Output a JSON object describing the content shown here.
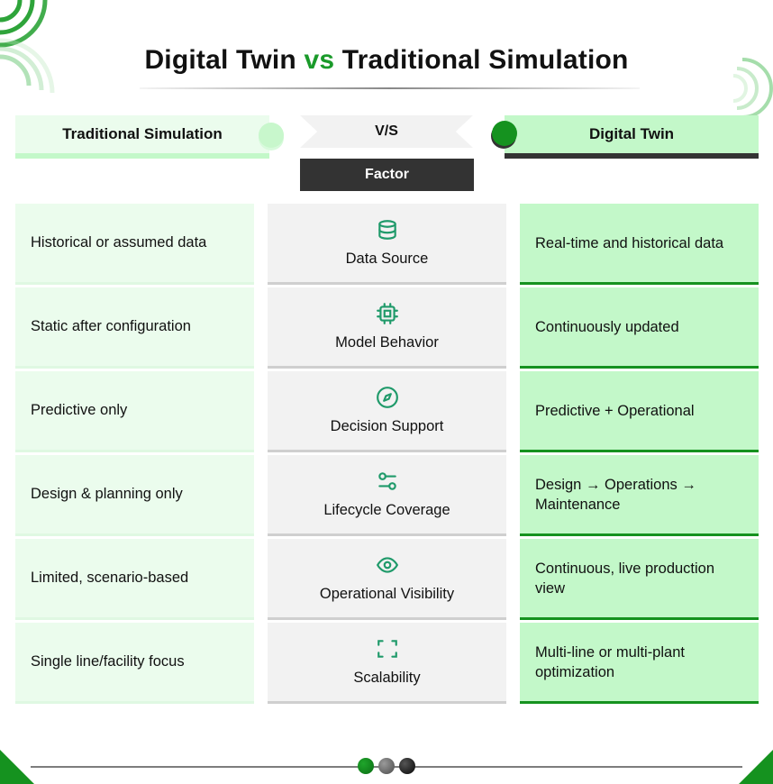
{
  "title": {
    "part1": "Digital Twin ",
    "vs": "vs",
    "part2": " Traditional Simulation"
  },
  "headers": {
    "left": "Traditional Simulation",
    "center_vs": "V/S",
    "center_factor": "Factor",
    "right": "Digital Twin"
  },
  "colors": {
    "accent_green": "#15921f",
    "light_green": "#c3f8c9",
    "pale_green": "#ebfced",
    "dark_gray": "#333333",
    "mid_gray": "#f2f2f2",
    "icon_teal": "#1f9a6a"
  },
  "rows": [
    {
      "factor": "Data Source",
      "icon": "database-icon",
      "traditional": "Historical or assumed data",
      "digital_twin": "Real-time and historical data"
    },
    {
      "factor": "Model Behavior",
      "icon": "chip-icon",
      "traditional": "Static after configuration",
      "digital_twin": "Continuously updated"
    },
    {
      "factor": "Decision Support",
      "icon": "compass-icon",
      "traditional": "Predictive only",
      "digital_twin": "Predictive + Operational"
    },
    {
      "factor": "Lifecycle Coverage",
      "icon": "toggles-icon",
      "traditional": "Design & planning only",
      "digital_twin": "Design → Operations → Maintenance"
    },
    {
      "factor": "Operational Visibility",
      "icon": "eye-icon",
      "traditional": "Limited, scenario-based",
      "digital_twin": "Continuous, live production view"
    },
    {
      "factor": "Scalability",
      "icon": "scan-frame-icon",
      "traditional": "Single line/facility focus",
      "digital_twin": "Multi-line or multi-plant optimization"
    }
  ]
}
